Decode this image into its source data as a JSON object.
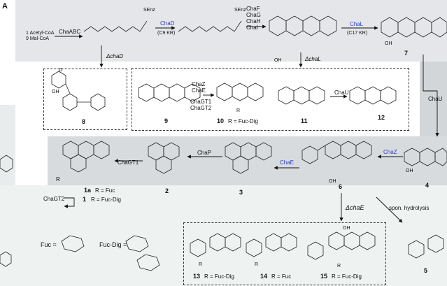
{
  "panel_label": "A",
  "starter": {
    "line1": "1 Acetyl-CoA",
    "line2": "9 Mal-CoA"
  },
  "enzymes": {
    "chaABC": "ChaABC",
    "chaD": "ChaD",
    "c9kr": "(C9 KR)",
    "chaF": "ChaF",
    "chaG": "ChaG",
    "chaH": "ChaH",
    "chaI": "ChaI",
    "chaL": "ChaL",
    "c17kr": "(C17 KR)",
    "chaU": "ChaU",
    "chaZ_top": "ChaZ",
    "chaE_top": "ChaE",
    "chaGT1": "ChaGT1",
    "chaGT2": "ChaGT2",
    "chaU_mid": "ChaU",
    "chaZ": "ChaZ",
    "chaE": "ChaE",
    "chaP": "ChaP",
    "chaGT1_mid": "ChaGT1",
    "chaGT2_low": "ChaGT2"
  },
  "deletions": {
    "chaD": "ΔchaD",
    "chaL": "ΔchaL",
    "chaE": "ΔchaE"
  },
  "senz": "SEnz",
  "hydrolysis": "spon. hydrolysis",
  "compounds": {
    "c7": "7",
    "c8": "8",
    "c9": "9",
    "c10": "10",
    "c10_r": "R = Fuc-Dig",
    "c11": "11",
    "c12": "12",
    "c1a": "1a",
    "c1a_r": "R = Fuc",
    "c1": "1",
    "c1_r": "R = Fuc-Dig",
    "c2": "2",
    "c3": "3",
    "c6": "6",
    "c4": "4",
    "c5": "5",
    "c13": "13",
    "c13_r": "R = Fuc-Dig",
    "c14": "14",
    "c14_r": "R = Fuc",
    "c15": "15",
    "c15_r": "R = Fuc-Dig"
  },
  "sugars": {
    "fuc": "Fuc =",
    "fucdig": "Fuc-Dig ="
  },
  "atoms": {
    "oh": "OH",
    "o": "O",
    "r": "R"
  },
  "colors": {
    "panel_top": "#e4e6e9",
    "panel_mid": "#d7dbde",
    "panel_right": "#d2d6d8",
    "panel_low": "#e8eeec",
    "enzyme_blue": "#2b3fc6"
  }
}
